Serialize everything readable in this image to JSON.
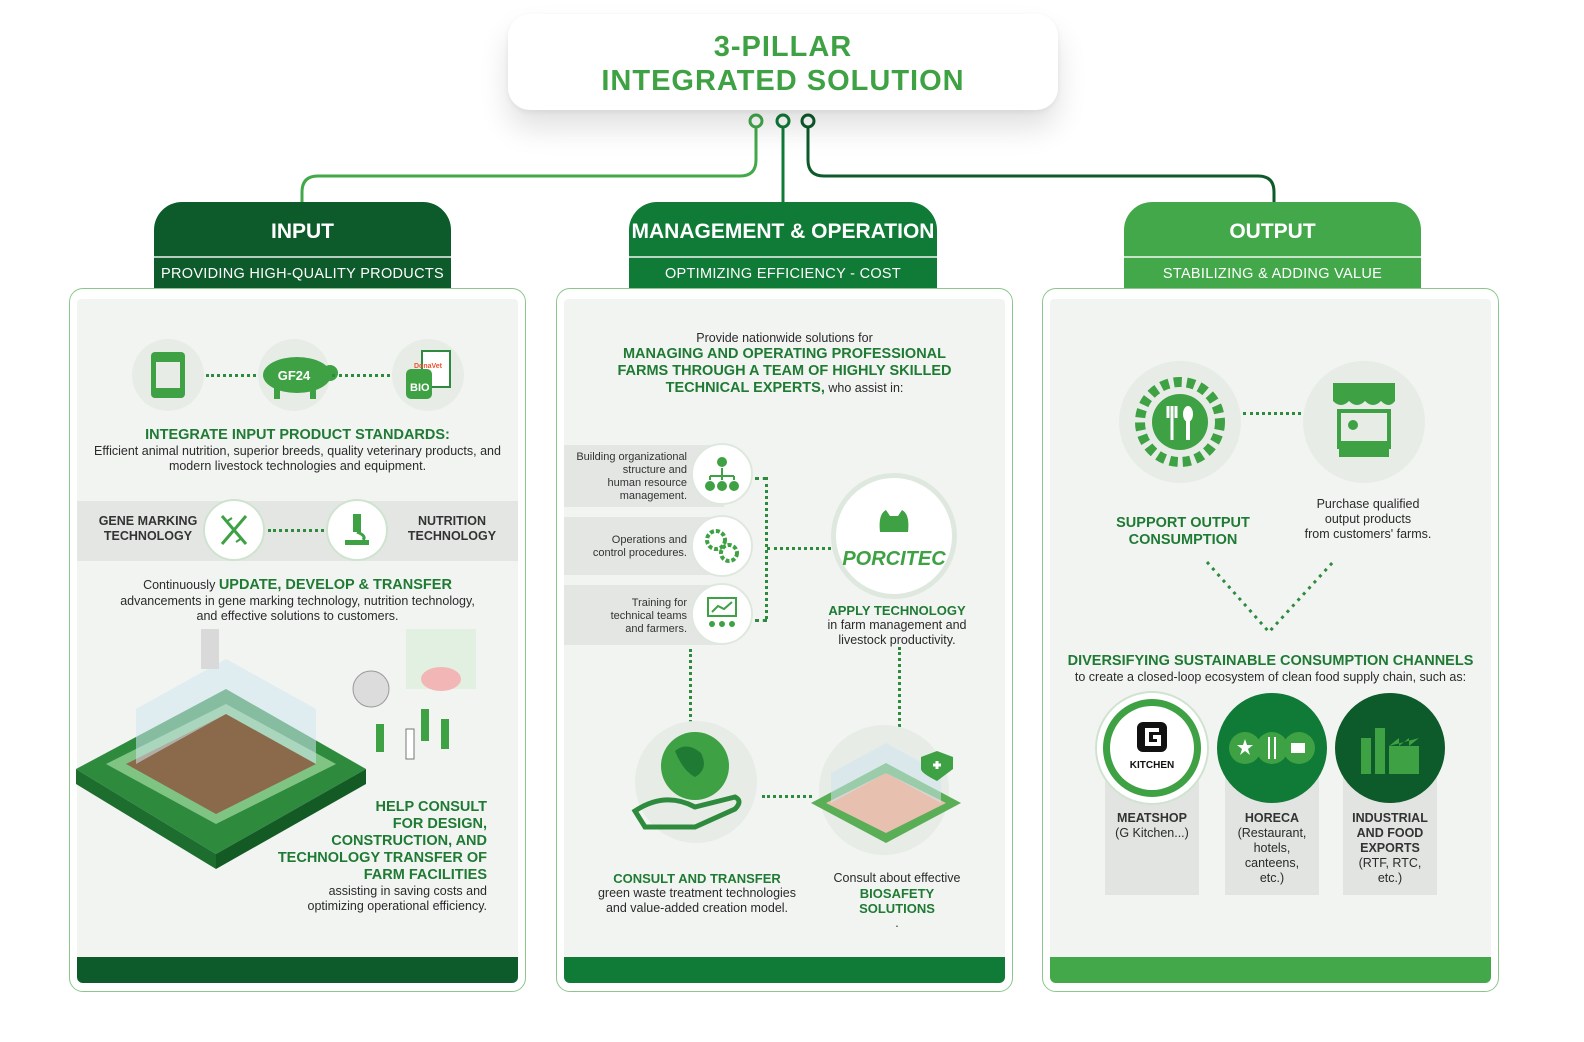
{
  "title": {
    "line1": "3-PILLAR",
    "line2": "INTEGRATED SOLUTION"
  },
  "colors": {
    "dark": "#0d5a2b",
    "mid": "#107a37",
    "light": "#42a84a",
    "accent": "#3ea143"
  },
  "pillars": [
    {
      "title": "INPUT",
      "subtitle": "PROVIDING HIGH-QUALITY PRODUCTS",
      "icons": [
        "feed-bag-icon",
        "pig-icon",
        "vet-product-icon"
      ],
      "pig_badge": "GF24",
      "vet_badge": "BIO",
      "vet_brand": "DonaVet",
      "section1": {
        "heading": "INTEGRATE INPUT PRODUCT STANDARDS:",
        "text": "Efficient animal nutrition, superior breeds, quality veterinary products, and modern livestock technologies and equipment."
      },
      "tech": {
        "left_line1": "GENE MARKING",
        "left_line2": "TECHNOLOGY",
        "right_line1": "NUTRITION",
        "right_line2": "TECHNOLOGY"
      },
      "section2": {
        "prefix": "Continuously",
        "heading": "UPDATE, DEVELOP & TRANSFER",
        "line1": "advancements in gene marking technology, nutrition technology,",
        "line2": "and effective solutions to customers."
      },
      "section3": {
        "h1": "HELP CONSULT",
        "h2": "FOR DESIGN,",
        "h3": "CONSTRUCTION, AND",
        "h4": "TECHNOLOGY TRANSFER OF",
        "h5": "FARM FACILITIES",
        "t1": "assisting in saving costs and",
        "t2": "optimizing operational efficiency."
      }
    },
    {
      "title": "MANAGEMENT & OPERATION",
      "subtitle": "OPTIMIZING EFFICIENCY - COST",
      "intro": {
        "prefix": "Provide nationwide solutions for",
        "h1": "MANAGING AND OPERATING PROFESSIONAL",
        "h2": "FARMS THROUGH A TEAM OF HIGHLY SKILLED",
        "h3": "TECHNICAL EXPERTS,",
        "suffix": " who assist in:"
      },
      "assist": [
        {
          "l1": "Building organizational",
          "l2": "structure and",
          "l3": "human resource",
          "l4": "management."
        },
        {
          "l1": "Operations and",
          "l2": "control procedures."
        },
        {
          "l1": "Training for",
          "l2": "technical teams",
          "l3": "and farmers."
        }
      ],
      "brand": "PORCITEC",
      "apply": {
        "heading": "APPLY TECHNOLOGY",
        "t1": "in farm management and",
        "t2": "livestock productivity."
      },
      "consult": {
        "heading": "CONSULT AND TRANSFER",
        "t1": "green waste treatment technologies",
        "t2": "and value-added creation model."
      },
      "biosafety": {
        "prefix": "Consult about effective",
        "h1": "BIOSAFETY",
        "h2": "SOLUTIONS",
        "dot": "."
      }
    },
    {
      "title": "OUTPUT",
      "subtitle": "STABILIZING & ADDING VALUE",
      "support": {
        "h1": "SUPPORT OUTPUT",
        "h2": "CONSUMPTION"
      },
      "purchase": {
        "t1": "Purchase qualified",
        "t2": "output products",
        "t3": "from customers' farms."
      },
      "diversify": {
        "heading": "DIVERSIFYING SUSTAINABLE CONSUMPTION CHANNELS",
        "text": "to create a closed-loop ecosystem of clean food supply chain, such as:"
      },
      "kitchen_logo": "KITCHEN",
      "channels": [
        {
          "h1": "MEATSHOP",
          "t1": "(G Kitchen...)"
        },
        {
          "h1": "HORECA",
          "t1": "(Restaurant,",
          "t2": "hotels,",
          "t3": "canteens,",
          "t4": "etc.)"
        },
        {
          "h1": "INDUSTRIAL",
          "h2": "AND FOOD",
          "h3": "EXPORTS",
          "t1": "(RTF, RTC,",
          "t2": "etc.)"
        }
      ]
    }
  ]
}
